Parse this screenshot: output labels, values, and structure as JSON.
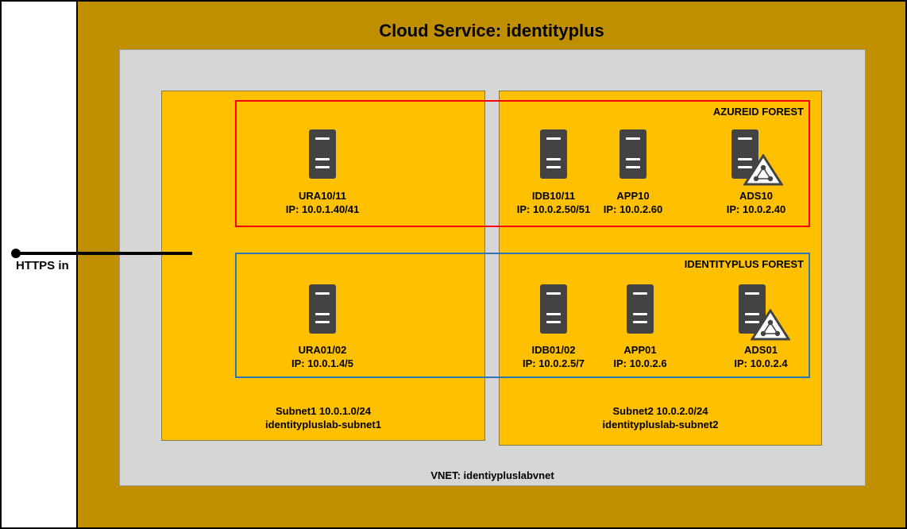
{
  "cloud_service": {
    "title": "Cloud Service: identityplus"
  },
  "vnet": {
    "label": "VNET: identiypluslabvnet"
  },
  "https": {
    "label": "HTTPS in"
  },
  "subnets": [
    {
      "line1": "Subnet1 10.0.1.0/24",
      "line2": "identitypluslab-subnet1"
    },
    {
      "line1": "Subnet2 10.0.2.0/24",
      "line2": "identitypluslab-subnet2"
    }
  ],
  "forests": [
    {
      "label": "AZUREID FOREST",
      "color": "#ff0000"
    },
    {
      "label": "IDENTITYPLUS FOREST",
      "color": "#2e75b6"
    }
  ],
  "servers": [
    {
      "name": "URA10/11",
      "ip": "IP: 10.0.1.40/41",
      "icon": "server-icon"
    },
    {
      "name": "IDB10/11",
      "ip": "IP: 10.0.2.50/51",
      "icon": "server-icon"
    },
    {
      "name": "APP10",
      "ip": "IP: 10.0.2.60",
      "icon": "server-icon"
    },
    {
      "name": "ADS10",
      "ip": "IP: 10.0.2.40",
      "icon": "domain-controller-icon"
    },
    {
      "name": "URA01/02",
      "ip": "IP: 10.0.1.4/5",
      "icon": "server-icon"
    },
    {
      "name": "IDB01/02",
      "ip": "IP: 10.0.2.5/7",
      "icon": "server-icon"
    },
    {
      "name": "APP01",
      "ip": "IP: 10.0.2.6",
      "icon": "server-icon"
    },
    {
      "name": "ADS01",
      "ip": "IP: 10.0.2.4",
      "icon": "domain-controller-icon"
    }
  ],
  "colors": {
    "cloud": "#bf8f00",
    "vnet": "#d6d6d6",
    "subnet": "#ffc000",
    "server": "#434343"
  }
}
